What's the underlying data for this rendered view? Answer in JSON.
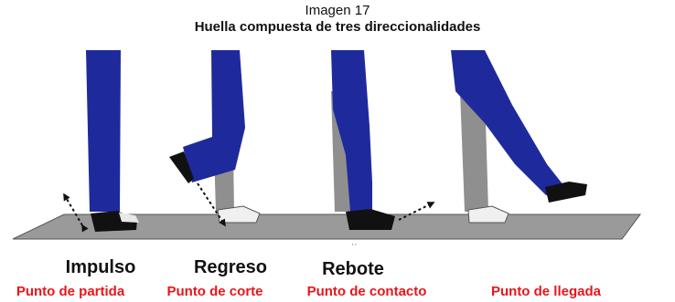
{
  "caption": {
    "figure_label": "Imagen 17",
    "title": "Huella compuesta de tres direccionalidades"
  },
  "steps": [
    {
      "label": "Impulso",
      "point": "Punto de partida"
    },
    {
      "label": "Regreso",
      "point": "Punto de corte"
    },
    {
      "label": "Rebote",
      "point": "Punto de contacto"
    },
    {
      "label": "",
      "point": "Punto de llegada"
    }
  ],
  "colors": {
    "trousers": "#1e2a9c",
    "support_leg": "#8f8f8f",
    "floor": "#9a9a9a",
    "shoe": "#111111",
    "label_red": "#e8161b"
  }
}
